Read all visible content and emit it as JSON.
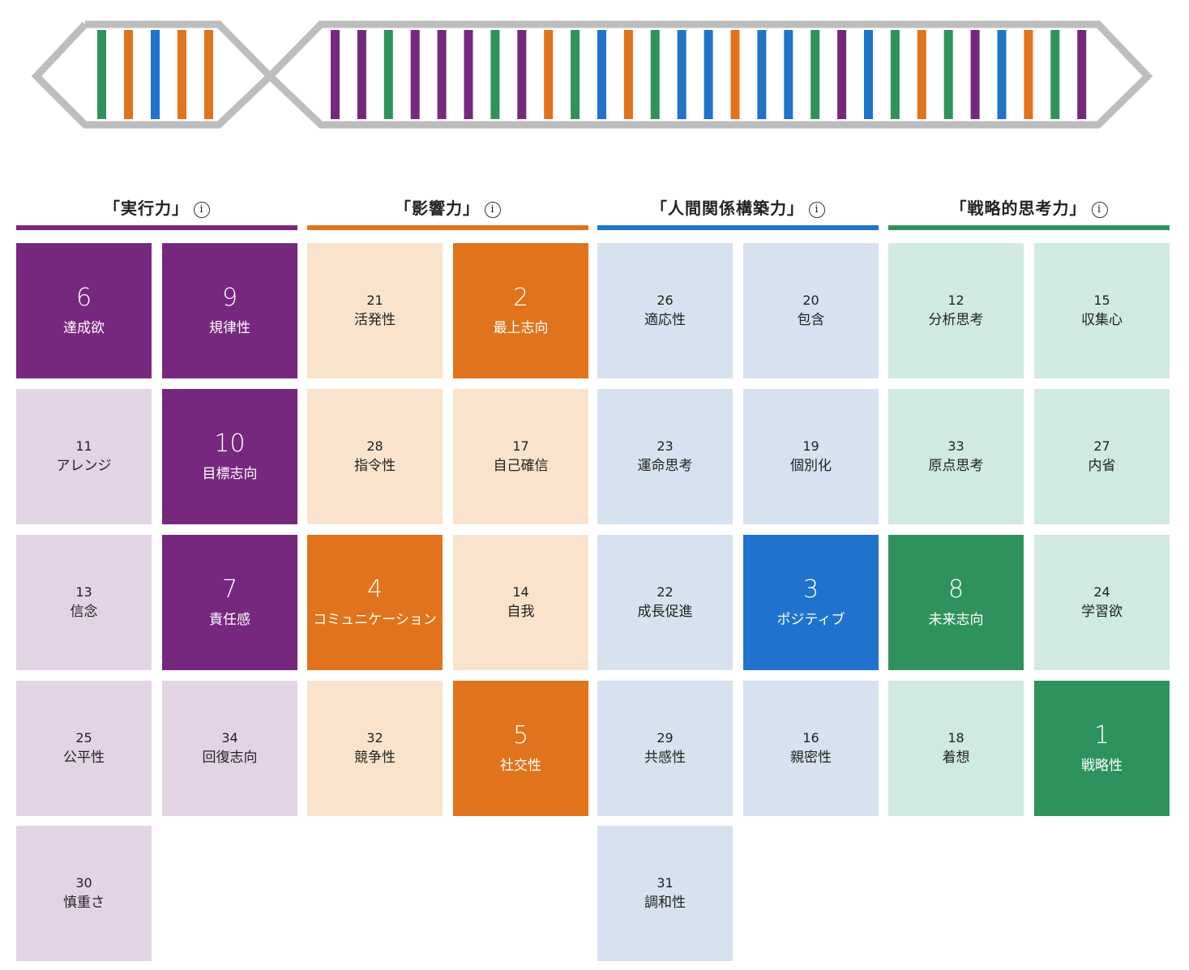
{
  "colors": {
    "executing": "#76287e",
    "influencing": "#e0731b",
    "relationship": "#1f73cc",
    "strategic": "#2f925d",
    "executing_light": "#e3d4e5",
    "influencing_light": "#f9e3cc",
    "relationship_light": "#d6e2ef",
    "strategic_light": "#d0eadf",
    "dna_frame": "#bdbdbd"
  },
  "dna": {
    "left_segment": [
      "strategic",
      "influencing",
      "relationship",
      "influencing",
      "influencing"
    ],
    "right_segment": [
      "executing",
      "executing",
      "strategic",
      "executing",
      "executing",
      "executing",
      "strategic",
      "executing",
      "influencing",
      "strategic",
      "relationship",
      "influencing",
      "strategic",
      "relationship",
      "relationship",
      "influencing",
      "relationship",
      "relationship",
      "strategic",
      "executing",
      "relationship",
      "strategic",
      "influencing",
      "strategic",
      "executing",
      "relationship",
      "influencing",
      "strategic",
      "executing"
    ]
  },
  "domains": [
    {
      "key": "executing",
      "title": "「実行力」",
      "info_icon": "info-icon",
      "info_glyph": "i",
      "tiles": [
        {
          "rank": "6",
          "name": "達成欲",
          "top": true
        },
        {
          "rank": "9",
          "name": "規律性",
          "top": true
        },
        {
          "rank": "11",
          "name": "アレンジ",
          "top": false
        },
        {
          "rank": "10",
          "name": "目標志向",
          "top": true
        },
        {
          "rank": "13",
          "name": "信念",
          "top": false
        },
        {
          "rank": "7",
          "name": "責任感",
          "top": true
        },
        {
          "rank": "25",
          "name": "公平性",
          "top": false
        },
        {
          "rank": "34",
          "name": "回復志向",
          "top": false
        },
        {
          "rank": "30",
          "name": "慎重さ",
          "top": false
        }
      ]
    },
    {
      "key": "influencing",
      "title": "「影響力」",
      "info_icon": "info-icon",
      "info_glyph": "i",
      "tiles": [
        {
          "rank": "21",
          "name": "活発性",
          "top": false
        },
        {
          "rank": "2",
          "name": "最上志向",
          "top": true
        },
        {
          "rank": "28",
          "name": "指令性",
          "top": false
        },
        {
          "rank": "17",
          "name": "自己確信",
          "top": false
        },
        {
          "rank": "4",
          "name": "コミュニケーション",
          "top": true
        },
        {
          "rank": "14",
          "name": "自我",
          "top": false
        },
        {
          "rank": "32",
          "name": "競争性",
          "top": false
        },
        {
          "rank": "5",
          "name": "社交性",
          "top": true
        }
      ]
    },
    {
      "key": "relationship",
      "title": "「人間関係構築力」",
      "info_icon": "info-icon",
      "info_glyph": "i",
      "tiles": [
        {
          "rank": "26",
          "name": "適応性",
          "top": false
        },
        {
          "rank": "20",
          "name": "包含",
          "top": false
        },
        {
          "rank": "23",
          "name": "運命思考",
          "top": false
        },
        {
          "rank": "19",
          "name": "個別化",
          "top": false
        },
        {
          "rank": "22",
          "name": "成長促進",
          "top": false
        },
        {
          "rank": "3",
          "name": "ポジティブ",
          "top": true
        },
        {
          "rank": "29",
          "name": "共感性",
          "top": false
        },
        {
          "rank": "16",
          "name": "親密性",
          "top": false
        },
        {
          "rank": "31",
          "name": "調和性",
          "top": false
        }
      ]
    },
    {
      "key": "strategic",
      "title": "「戦略的思考力」",
      "info_icon": "info-icon",
      "info_glyph": "i",
      "tiles": [
        {
          "rank": "12",
          "name": "分析思考",
          "top": false
        },
        {
          "rank": "15",
          "name": "収集心",
          "top": false
        },
        {
          "rank": "33",
          "name": "原点思考",
          "top": false
        },
        {
          "rank": "27",
          "name": "内省",
          "top": false
        },
        {
          "rank": "8",
          "name": "未来志向",
          "top": true
        },
        {
          "rank": "24",
          "name": "学習欲",
          "top": false
        },
        {
          "rank": "18",
          "name": "着想",
          "top": false
        },
        {
          "rank": "1",
          "name": "戦略性",
          "top": true
        }
      ]
    }
  ]
}
